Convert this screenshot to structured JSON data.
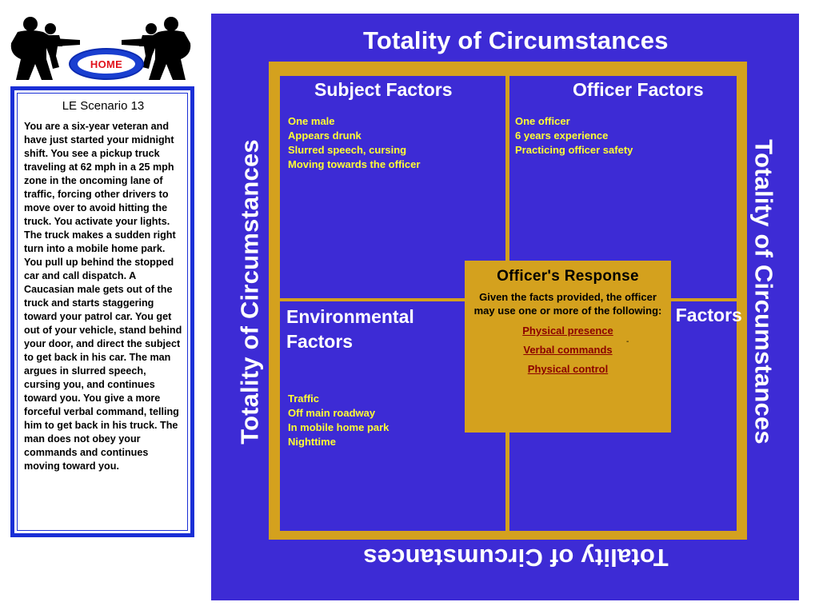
{
  "header": {
    "home_label": "HOME"
  },
  "scenario": {
    "title": "LE Scenario 13",
    "text": "You are a six-year veteran and have just started your midnight shift. You see a pickup truck traveling at 62 mph in a 25 mph zone in the oncoming lane of traffic, forcing other drivers to move over to avoid hitting the truck. You activate your lights. The truck makes a sudden right turn into a mobile home park. You pull up behind the stopped car and call dispatch. A Caucasian male gets out of the truck and starts staggering toward your patrol car. You get out of your vehicle, stand behind your door, and direct the subject to get back in his car. The man argues in slurred speech, cursing you, and continues toward you. You give a more forceful verbal command, telling him to get back in his truck. The man does not obey your commands and continues moving toward you."
  },
  "diagram": {
    "outer_title": "Totality of Circumstances",
    "subject": {
      "heading": "Subject Factors",
      "facts": [
        "One male",
        "Appears drunk",
        "Slurred speech, cursing",
        "Moving towards the officer"
      ]
    },
    "officer": {
      "heading": "Officer Factors",
      "facts": [
        "One officer",
        "6 years experience",
        "Practicing officer safety"
      ]
    },
    "environmental": {
      "heading_line1": "Environmental",
      "heading_line2": "Factors",
      "facts": [
        "Traffic",
        "Off main roadway",
        "In mobile home park",
        "Nighttime"
      ]
    },
    "other": {
      "heading": "Other Factors"
    },
    "response": {
      "title": "Officer's Response",
      "text": "Given the facts provided, the officer may use one or more of the following:",
      "options": [
        "Physical presence",
        "Verbal commands",
        "Physical control"
      ],
      "dash": "-"
    }
  },
  "colors": {
    "diagram_bg": "#3d2bd5",
    "gold": "#d4a11e",
    "fact_text": "#ffff33",
    "panel_border": "#1a2fd6",
    "link": "#8b0000",
    "home_text": "#e1111b"
  }
}
